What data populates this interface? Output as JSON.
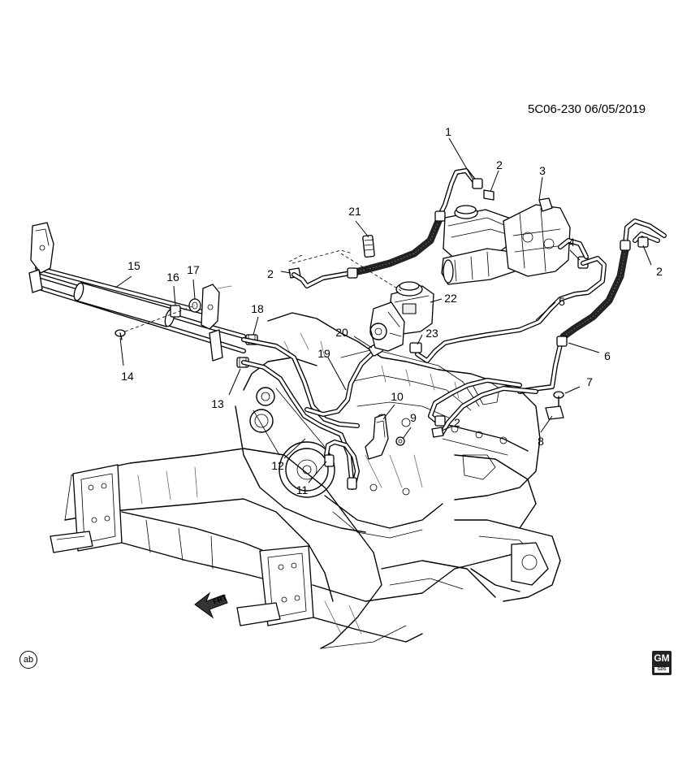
{
  "diagram": {
    "header_code": "5C06-230  06/05/2019",
    "badge_ab": "ab",
    "logo_top": "GM",
    "logo_bottom": "GDS",
    "direction_marker": "FRT",
    "callouts": [
      {
        "id": "c1",
        "label": "1"
      },
      {
        "id": "c2a",
        "label": "2"
      },
      {
        "id": "c2b",
        "label": "2"
      },
      {
        "id": "c2c",
        "label": "2"
      },
      {
        "id": "c2d",
        "label": "2"
      },
      {
        "id": "c3",
        "label": "3"
      },
      {
        "id": "c4",
        "label": "4"
      },
      {
        "id": "c5",
        "label": "5"
      },
      {
        "id": "c6",
        "label": "6"
      },
      {
        "id": "c7",
        "label": "7"
      },
      {
        "id": "c8",
        "label": "8"
      },
      {
        "id": "c9",
        "label": "9"
      },
      {
        "id": "c10",
        "label": "10"
      },
      {
        "id": "c11",
        "label": "11"
      },
      {
        "id": "c12",
        "label": "12"
      },
      {
        "id": "c13",
        "label": "13"
      },
      {
        "id": "c14",
        "label": "14"
      },
      {
        "id": "c15",
        "label": "15"
      },
      {
        "id": "c16",
        "label": "16"
      },
      {
        "id": "c17",
        "label": "17"
      },
      {
        "id": "c18",
        "label": "18"
      },
      {
        "id": "c19",
        "label": "19"
      },
      {
        "id": "c20",
        "label": "20"
      },
      {
        "id": "c21",
        "label": "21"
      },
      {
        "id": "c22",
        "label": "22"
      },
      {
        "id": "c23",
        "label": "23"
      }
    ]
  }
}
